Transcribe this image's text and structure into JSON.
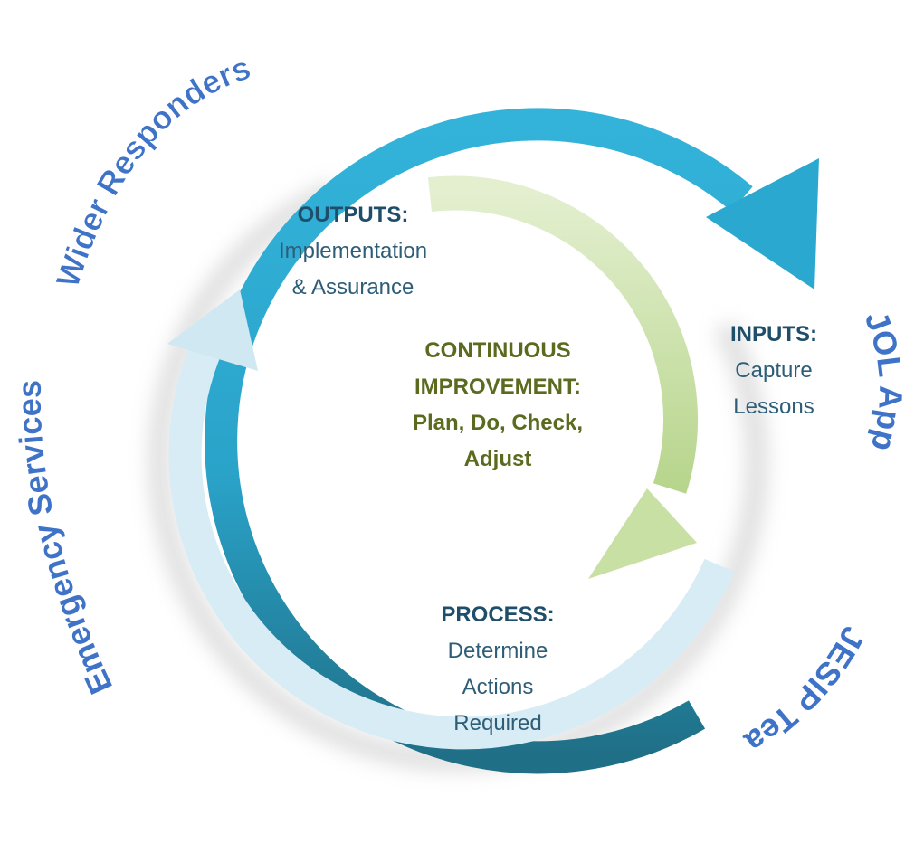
{
  "diagram": {
    "outputs": {
      "heading": "OUTPUTS:",
      "lines": [
        "Implementation",
        "& Assurance"
      ]
    },
    "inputs": {
      "heading": "INPUTS:",
      "lines": [
        "Capture",
        "Lessons"
      ]
    },
    "process": {
      "heading": "PROCESS:",
      "lines": [
        "Determine",
        "Actions",
        "Required"
      ]
    },
    "continuous": {
      "lines": [
        "CONTINUOUS",
        "IMPROVEMENT:",
        "Plan, Do, Check,",
        "Adjust"
      ]
    },
    "outer_labels": {
      "wider_responders": "Wider Responders",
      "emergency_services": "Emergency Services",
      "jol_app": "JOL App",
      "jesip_team": "JESIP Team"
    },
    "colors": {
      "outer_arrow": "#2aa8cf",
      "outer_arrow_dark": "#1f6f86",
      "inner_green": "#c9e0a4",
      "inner_green_dark": "#a9c97a",
      "inner_light": "#cfe8f1",
      "heading_text": "#1f4e6b",
      "body_text": "#2e5d78",
      "center_text": "#5a6a1e",
      "ring_label": "#3f73c7"
    }
  }
}
